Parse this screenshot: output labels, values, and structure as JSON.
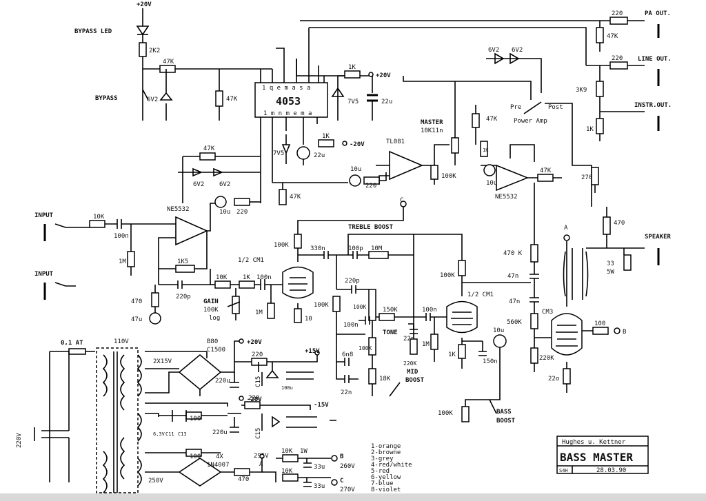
{
  "header": {
    "supply": "+20V"
  },
  "labels": {
    "bypass_led": "BYPASS LED",
    "bypass": "BYPASS",
    "chip": "4053",
    "chip_pins_top": "1 q e m a s a",
    "chip_pins_bottom": "1 m n m e m a",
    "pa_out": "PA OUT.",
    "line_out": "LINE OUT.",
    "instr_out": "INSTR.OUT.",
    "speaker": "SPEAKER",
    "input1": "INPUT",
    "input2": "INPUT",
    "master": "MASTER",
    "master_val": "10K11n",
    "tl081": "TL081",
    "ne5532_a": "NE5532",
    "ne5532_b": "NE5532",
    "pre": "Pre",
    "post": "Post",
    "power_amp": "Power Amp",
    "treble_boost": "TREBLE BOOST",
    "half_cm1_a": "1/2 CM1",
    "half_cm1_b": "1/2 CM1",
    "cm3": "CM3",
    "gain": "GAIN",
    "gain_val": "100K",
    "gain_log": "log",
    "tone": "TONE",
    "mid_boost": "MID\nBOOST",
    "mid_label": "MID",
    "boost_label": "BOOST",
    "bass": "BASS",
    "bass_boost": "BOOST",
    "fuse": "0,1 AT",
    "mains": "220V",
    "v110": "110V",
    "rect_a": "B80",
    "rect_a2": "C1500",
    "twox15": "2X15V",
    "fourx": "4X",
    "diode": "1N4007",
    "v250": "250V",
    "v295": "295V",
    "v260": "260V",
    "v270": "270V",
    "node_a": "A",
    "node_b": "B",
    "node_c": "C",
    "plus20": "+20V",
    "minus20": "-20V",
    "plus15": "+15V",
    "minus15": "-15V",
    "minus20b": "-20V"
  },
  "components": {
    "r_2k2": "2K2",
    "r_47k_a": "47K",
    "r_47k_b": "47K",
    "r_47k_c": "47K",
    "r_47k_d": "47K",
    "r_47k_e": "47K",
    "r_47k_f": "47K",
    "r_47k_g": "47K",
    "r_1k_a": "1K",
    "r_1k_b": "1K",
    "r_1k_c": "1K",
    "r_1k_d": "1K",
    "r_220_a": "220",
    "r_220_b": "220",
    "r_220_c": "220",
    "r_220_d": "220",
    "r_220_e": "220",
    "r_3k9": "3K9",
    "r_10k_a": "10K",
    "r_10k_b": "10K",
    "r_10k_c": "10K",
    "r_100k_a": "100K",
    "r_100k_b": "100K",
    "r_100k_c": "100K",
    "r_100k_d": "100K",
    "r_100k_e": "100K",
    "r_100k_f": "100K",
    "r_1m_a": "1M",
    "r_1m_b": "1M",
    "r_1m_c": "1M",
    "r_10m": "10M",
    "r_1k5": "1K5",
    "r_470_a": "470",
    "r_470_b": "470",
    "r_470_c": "470",
    "r_470k": "470 K",
    "r_270": "270",
    "r_560k": "560K",
    "r_220k_a": "220K",
    "r_220k_b": "220K",
    "r_22o": "22o",
    "r_10": "10",
    "r_150k": "150K",
    "r_18k": "18K",
    "r_100_a": "100",
    "r_100_b": "100",
    "r_100_c": "100",
    "r_1k_1w": "1W",
    "r_33_5w": "33\n5W",
    "r_33": "33",
    "r_5w": "5W",
    "c_100n_a": "100n",
    "c_100n_b": "100n",
    "c_100n_c": "100n",
    "c_100n_d": "100n",
    "c_220p_a": "220p",
    "c_220p_b": "220p",
    "c_330n": "330n",
    "c_100p": "100p",
    "c_47u": "47u",
    "c_22u_a": "22u",
    "c_22u_b": "22u",
    "c_10u_a": "10u",
    "c_10u_b": "10u",
    "c_10u_c": "10u",
    "c_10u_d": "10u",
    "c_22n_a": "22n",
    "c_22n_b": "22n",
    "c_6n8": "6n8",
    "c_47n_a": "47n",
    "c_47n_b": "47n",
    "c_150n": "150n",
    "c_220u_a": "220u",
    "c_220u_b": "220u",
    "c_33u_a": "33u",
    "c_33u_b": "33u",
    "c_100u": "100u",
    "c_11": "C11",
    "c_13": "C13",
    "c_15": "C15",
    "d_6v2_a": "6V2",
    "d_6v2_b": "6V2",
    "d_6v2_c": "6V2",
    "d_6v2_d": "6V2",
    "d_6v2_e": "6V2",
    "d_7v5_a": "7V5",
    "d_7v5_b": "7V5",
    "v_6_3": "6,3V"
  },
  "legend": {
    "items": [
      "1-orange",
      "2-browne",
      "3-grey",
      "4-red/white",
      "5-red",
      "6-yellow",
      "7-blue",
      "8-violet"
    ]
  },
  "title_block": {
    "maker": "Hughes u. Kettner",
    "name": "BASS MASTER",
    "code": "S4H",
    "date": "28.03.90"
  }
}
